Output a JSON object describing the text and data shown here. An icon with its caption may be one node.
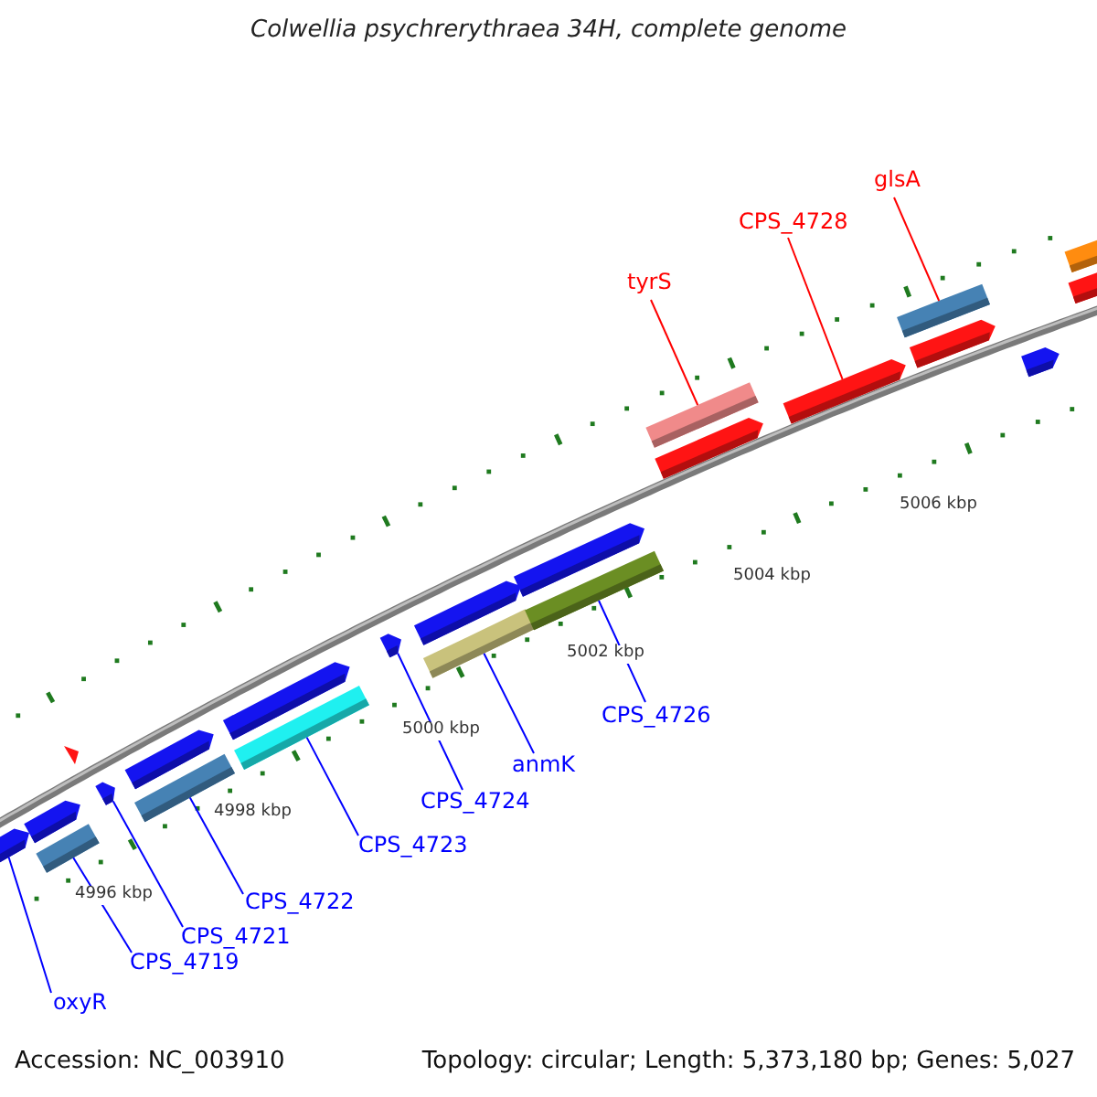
{
  "diagram": {
    "title": "Colwellia psychrerythraea 34H, complete genome",
    "nodes": [
      {
        "text": [],
        "shape": "arrow"
      },
      {
        "text": [],
        "shape": "arrow"
      },
      {
        "text": [],
        "shape": "bar"
      },
      {
        "text": [],
        "shape": "arrow"
      },
      {
        "text": [],
        "shape": "arrow"
      },
      {
        "text": [],
        "shape": "bar"
      },
      {
        "text": [],
        "shape": "arrow"
      },
      {
        "text": [],
        "shape": "bar"
      },
      {
        "text": [],
        "shape": "arrow"
      },
      {
        "text": [],
        "shape": "arrow"
      },
      {
        "text": [],
        "shape": "bar"
      },
      {
        "text": [],
        "shape": "arrow"
      },
      {
        "text": [],
        "shape": "bar"
      },
      {
        "text": [],
        "shape": "arrow"
      },
      {
        "text": [],
        "shape": "bar"
      },
      {
        "text": [],
        "shape": "arrow"
      },
      {
        "text": [],
        "shape": "bar"
      },
      {
        "text": [],
        "shape": "arrow"
      },
      {
        "text": [],
        "shape": "arrow"
      },
      {
        "text": [],
        "shape": "bar"
      },
      {
        "text": [],
        "shape": "arrow"
      },
      {
        "text": [
          "oxyR"
        ]
      },
      {
        "text": [
          "CPS_4719"
        ]
      },
      {
        "text": [
          "CPS_4721"
        ]
      },
      {
        "text": [
          "CPS_4722"
        ]
      },
      {
        "text": [
          "CPS_4723"
        ]
      },
      {
        "text": [
          "CPS_4724"
        ]
      },
      {
        "text": [
          "anmK"
        ]
      },
      {
        "text": [
          "CPS_4726"
        ]
      },
      {
        "text": [
          "tyrS"
        ]
      },
      {
        "text": [
          "CPS_4728"
        ]
      },
      {
        "text": [
          "glsA"
        ]
      }
    ],
    "edges": [
      {
        "from": 21,
        "to": 0,
        "arrow": "none"
      },
      {
        "from": 22,
        "to": 2,
        "arrow": "none"
      },
      {
        "from": 23,
        "to": 3,
        "arrow": "none"
      },
      {
        "from": 24,
        "to": 5,
        "arrow": "none"
      },
      {
        "from": 25,
        "to": 7,
        "arrow": "none"
      },
      {
        "from": 26,
        "to": 8,
        "arrow": "none"
      },
      {
        "from": 27,
        "to": 10,
        "arrow": "none"
      },
      {
        "from": 28,
        "to": 12,
        "arrow": "none"
      },
      {
        "from": 29,
        "to": 14,
        "arrow": "none",
        "color": "#ff0000"
      },
      {
        "from": 30,
        "to": 15,
        "arrow": "none",
        "color": "#ff0000"
      },
      {
        "from": 31,
        "to": 16,
        "arrow": "none",
        "color": "#ff0000"
      }
    ],
    "labels": [
      "5006 kbp",
      "5004 kbp",
      "5002 kbp",
      "5000 kbp",
      "4998 kbp",
      "4996 kbp",
      "Accession: NC_003910",
      "Topology: circular; Length: 5,373,180 bp; Genes: 5,027"
    ]
  }
}
